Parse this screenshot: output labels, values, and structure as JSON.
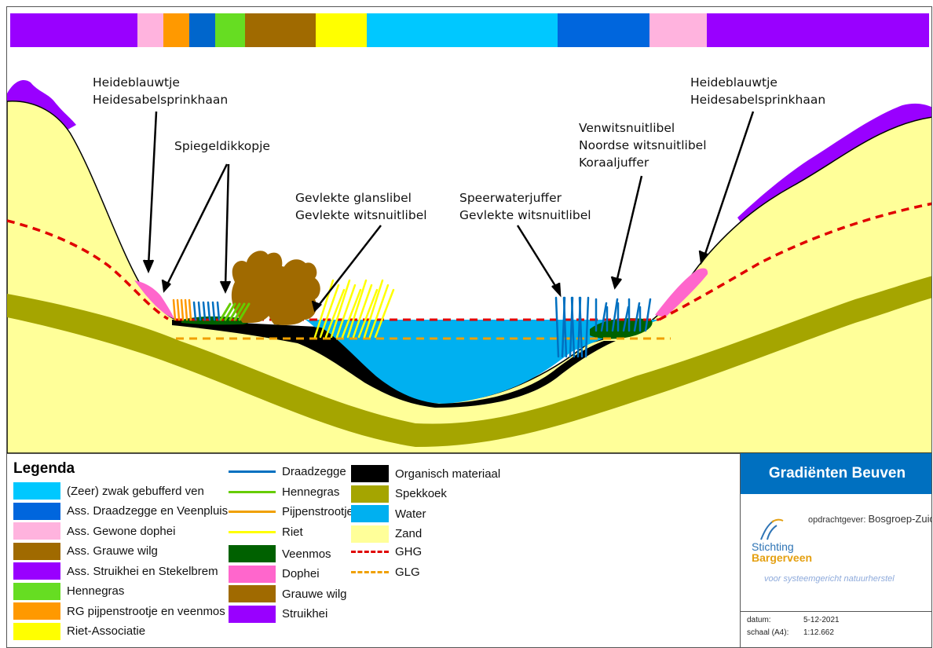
{
  "colors": {
    "water": "#00b0f0",
    "sand": "#ffff99",
    "spekkoek": "#a5a500",
    "organic": "#000000",
    "heath_purple": "#9900ff",
    "dophei_pink": "#ff66cc",
    "willow_brown": "#a06a00",
    "reed_yellow": "#ffff00",
    "sedge_blue": "#0070c0",
    "hennegras_green": "#66cc00",
    "pipestraw_orange": "#ff9900",
    "peatmoss_green": "#006100",
    "ghg_red": "#e00000",
    "glg_orange": "#f0a000",
    "brand_blue": "#0070c0"
  },
  "strip_colors": [
    "#9900ff",
    "#ffb3de",
    "#ff9900",
    "#0066cc",
    "#66dd22",
    "#a06a00",
    "#ffff00",
    "#00c8ff",
    "#0066dd",
    "#ffb3de",
    "#9900ff"
  ],
  "strip_weights": [
    163,
    33,
    33,
    33,
    38,
    90,
    66,
    243,
    118,
    73,
    284
  ],
  "annotations": {
    "left_heath": [
      "Heideblauwtje",
      "Heidesabelsprinkhaan"
    ],
    "spiegel": "Spiegeldikkopje",
    "left_pond": [
      "Gevlekte glanslibel",
      "Gevlekte witsnuitlibel"
    ],
    "right_pond": [
      "Speerwaterjuffer",
      "Gevlekte witsnuitlibel"
    ],
    "right_moss": [
      "Venwitsnuitlibel",
      "Noordse witsnuitlibel",
      "Koraaljuffer"
    ],
    "right_heath": [
      "Heideblauwtje",
      "Heidesabelsprinkhaan"
    ]
  },
  "legend": {
    "title": "Legenda",
    "associations": [
      {
        "label": "(Zeer) zwak gebufferd ven",
        "color": "#00c8ff"
      },
      {
        "label": "Ass. Draadzegge en Veenpluis",
        "color": "#0066dd"
      },
      {
        "label": "Ass. Gewone dophei",
        "color": "#ffb3de"
      },
      {
        "label": "Ass. Grauwe wilg",
        "color": "#a06a00"
      },
      {
        "label": "Ass. Struikhei en Stekelbrem",
        "color": "#9900ff"
      },
      {
        "label": "Hennegras",
        "color": "#66dd22"
      },
      {
        "label": "RG pijpenstrootje en veenmos",
        "color": "#ff9900"
      },
      {
        "label": "Riet-Associatie",
        "color": "#ffff00"
      }
    ],
    "species": [
      {
        "label": "Draadzegge",
        "kind": "line",
        "color": "#0070c0"
      },
      {
        "label": "Hennegras",
        "kind": "line",
        "color": "#66cc00"
      },
      {
        "label": "Pijpenstrootje",
        "kind": "line",
        "color": "#f0a000"
      },
      {
        "label": "Riet",
        "kind": "line",
        "color": "#ffff00"
      },
      {
        "label": "Veenmos",
        "kind": "fill",
        "color": "#006100"
      },
      {
        "label": "Dophei",
        "kind": "fill",
        "color": "#ff66cc"
      },
      {
        "label": "Grauwe wilg",
        "kind": "fill",
        "color": "#a06a00"
      },
      {
        "label": "Struikhei",
        "kind": "fill",
        "color": "#9900ff"
      }
    ],
    "soil": [
      {
        "label": "Organisch materiaal",
        "kind": "fill",
        "color": "#000000"
      },
      {
        "label": "Spekkoek",
        "kind": "fill",
        "color": "#a5a500"
      },
      {
        "label": "Water",
        "kind": "fill",
        "color": "#00b0f0"
      },
      {
        "label": "Zand",
        "kind": "fill",
        "color": "#ffff99"
      },
      {
        "label": "GHG",
        "kind": "dash",
        "color": "#e00000"
      },
      {
        "label": "GLG",
        "kind": "dash",
        "color": "#f0a000"
      }
    ]
  },
  "titleblock": {
    "title": "Gradiënten Beuven",
    "client_label": "opdrachtgever:",
    "client_value": "Bosgroep-Zuid",
    "logo_line1": "Stichting",
    "logo_line2": "Bargerveen",
    "logo_tagline": "voor systeemgericht natuurherstel",
    "date_label": "datum:",
    "date_value": "5-12-2021",
    "scale_label": "schaal (A4):",
    "scale_value": "1:12.662"
  }
}
